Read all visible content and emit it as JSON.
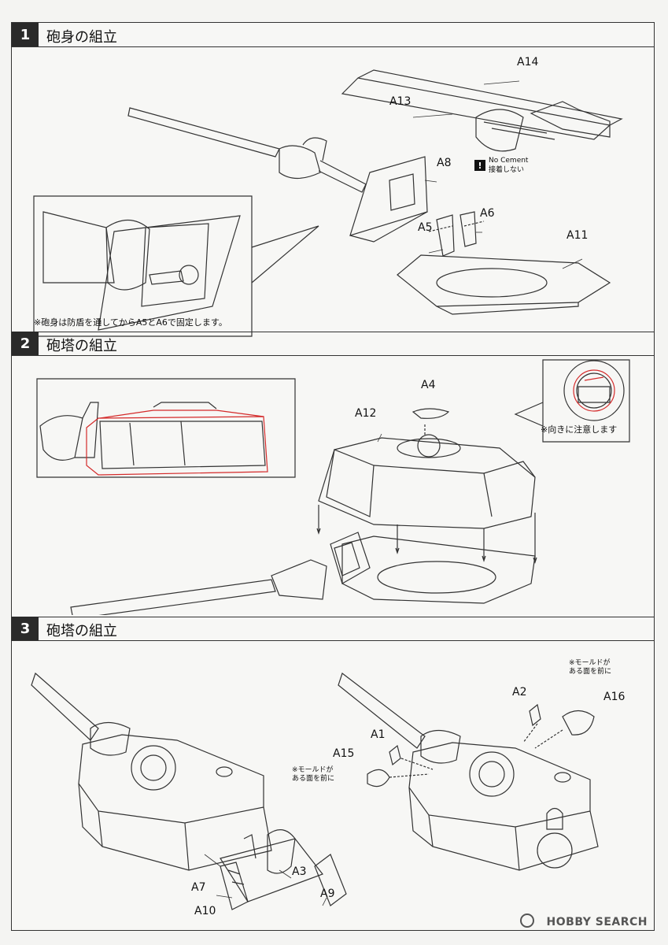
{
  "steps": [
    {
      "number": "1",
      "title": "砲身の組立"
    },
    {
      "number": "2",
      "title": "砲塔の組立"
    },
    {
      "number": "3",
      "title": "砲塔の組立"
    }
  ],
  "step1": {
    "parts": {
      "a14": "A14",
      "a13": "A13",
      "a8": "A8",
      "a6": "A6",
      "a5": "A5",
      "a11": "A11"
    },
    "no_cement_en": "No Cement",
    "no_cement_jp": "接着しない",
    "note": "※砲身は防盾を通してからA5とA6で固定します。"
  },
  "step2": {
    "parts": {
      "a4": "A4",
      "a12": "A12"
    },
    "note": "※向きに注意します"
  },
  "step3": {
    "parts": {
      "a2": "A2",
      "a16": "A16",
      "a1": "A1",
      "a15": "A15",
      "a7": "A7",
      "a3": "A3",
      "a10": "A10",
      "a9": "A9"
    },
    "note_right": "※モールドが\nある面を前に",
    "note_left": "※モールドが\nある面を前に"
  },
  "brand": "HOBBY SEARCH",
  "colors": {
    "highlight": "#d42a2a",
    "line": "#333333"
  }
}
